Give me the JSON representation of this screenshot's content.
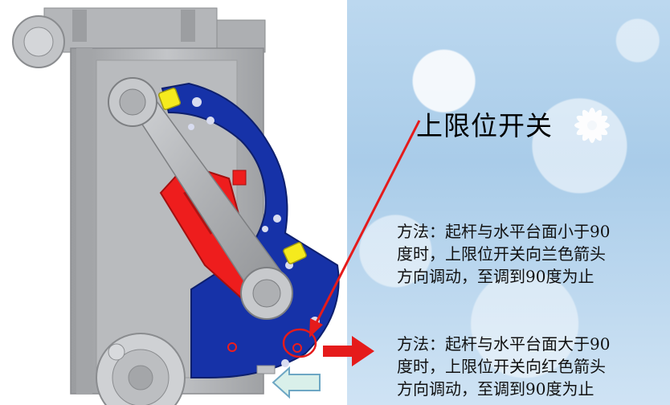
{
  "labels": {
    "switch_name": "上限位开关"
  },
  "methods": [
    {
      "lines": [
        "方法：起杆与水平台面小于90",
        "度时，上限位开关向兰色箭头",
        "方向调动，至调到90度为止"
      ]
    },
    {
      "lines": [
        "方法：起杆与水平台面大于90",
        "度时，上限位开关向红色箭头",
        "方向调动，至调到90度为止"
      ]
    }
  ],
  "colors": {
    "plate_blue": "#1632a8",
    "arm_red": "#ee1d1d",
    "arrow_red": "#e51b1b",
    "arrow_blue_outline": "#6da7c4",
    "switch_yellow": "#f5ea1d",
    "metal_gray": "#a8aaad"
  },
  "icons": {
    "decorative": "daisy-flower-icon"
  }
}
